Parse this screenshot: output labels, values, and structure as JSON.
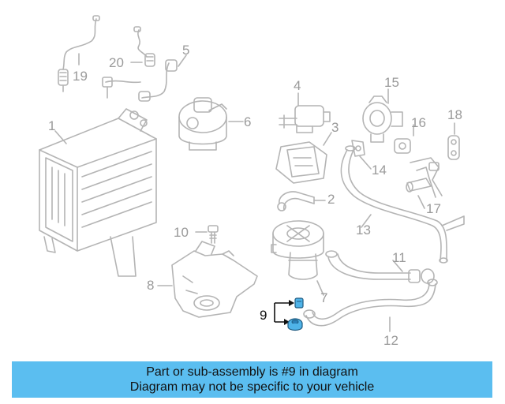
{
  "callouts": {
    "c1": "1",
    "c2": "2",
    "c3": "3",
    "c4": "4",
    "c5": "5",
    "c6": "6",
    "c7": "7",
    "c8": "8",
    "c9": "9",
    "c10": "10",
    "c11": "11",
    "c12": "12",
    "c13": "13",
    "c14": "14",
    "c15": "15",
    "c16": "16",
    "c17": "17",
    "c18": "18",
    "c19": "19",
    "c20": "20"
  },
  "highlighted_part": "9",
  "colors": {
    "line_art": "#b4b4b4",
    "highlight_part": "#4fb3e8",
    "banner": "#5bbef0"
  },
  "banner": {
    "line1": "Part or sub-assembly is #9 in diagram",
    "line2": "Diagram may not be specific to your vehicle"
  }
}
